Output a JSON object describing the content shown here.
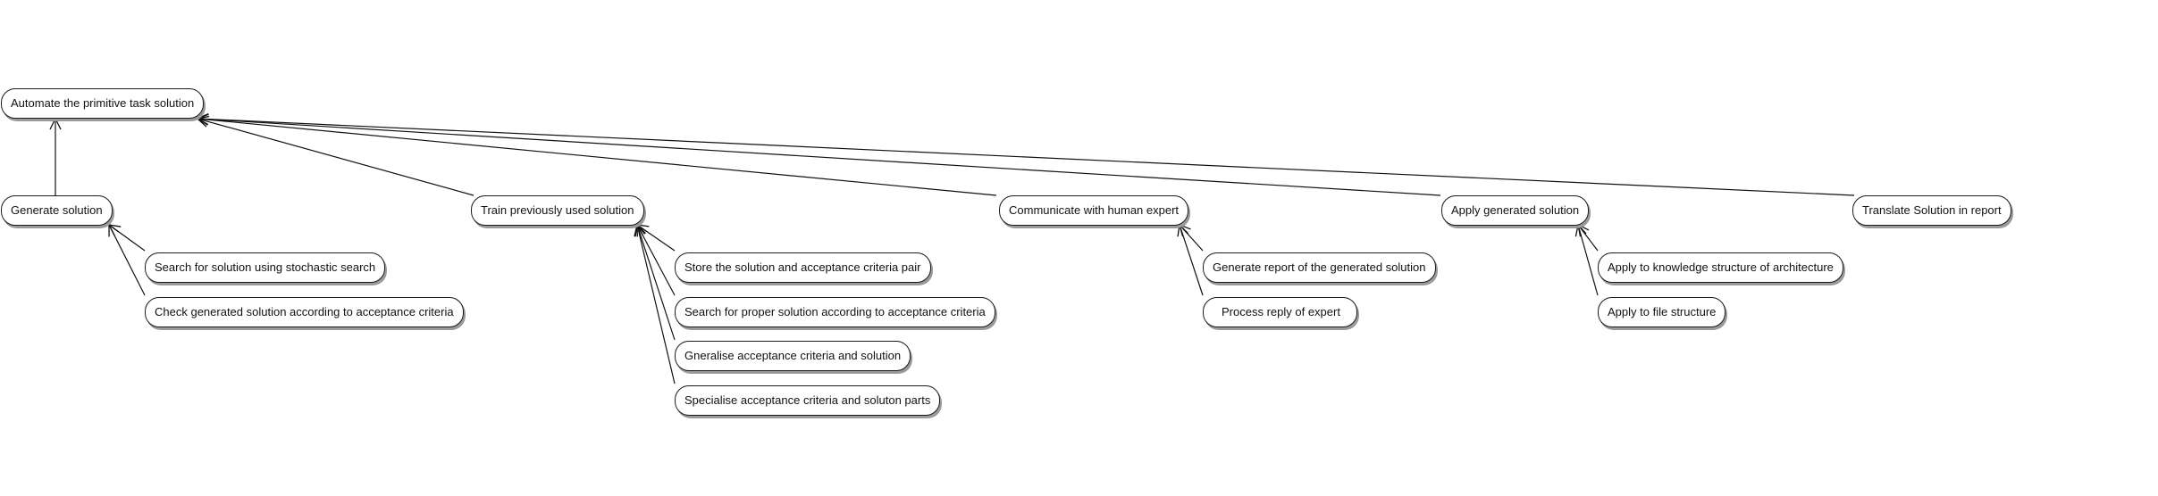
{
  "root": {
    "label": "Automate the primitive task solution"
  },
  "groups": [
    {
      "label": "Generate solution",
      "children": [
        "Search for solution using stochastic search",
        "Check generated solution according to acceptance criteria"
      ]
    },
    {
      "label": "Train previously used solution",
      "children": [
        "Store the solution and acceptance criteria pair",
        "Search for proper solution according to acceptance criteria",
        "Gneralise acceptance criteria and solution",
        "Specialise acceptance criteria and soluton parts"
      ]
    },
    {
      "label": "Communicate with human expert",
      "children": [
        "Generate report of the generated solution",
        "Process reply of expert"
      ]
    },
    {
      "label": "Apply generated solution",
      "children": [
        "Apply to knowledge structure of architecture",
        "Apply to file structure"
      ]
    },
    {
      "label": "Translate Solution in report",
      "children": []
    }
  ]
}
